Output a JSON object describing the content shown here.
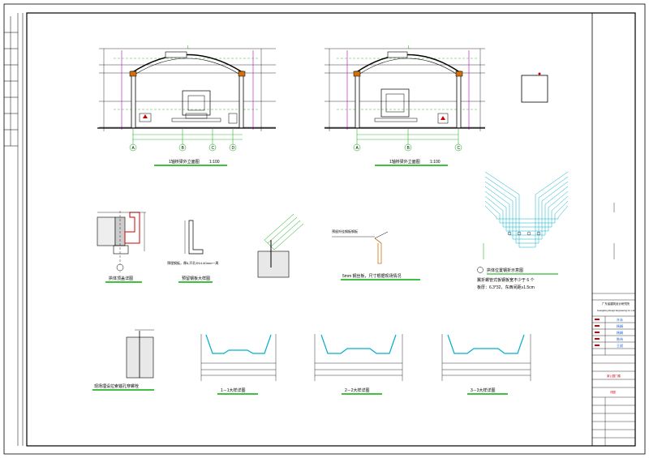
{
  "sheet": {
    "ink": "#000000",
    "green": "#00aa00",
    "cyan": "#00b0c8",
    "blue": "#2060d0",
    "red": "#d00000",
    "magenta": "#c000c0"
  },
  "elevation_left": {
    "caption": "1轴桥梁外立面图",
    "scale": "1:100",
    "axis_labels": [
      "A",
      "B",
      "C",
      "D"
    ]
  },
  "elevation_right": {
    "caption": "1轴桥梁外立面图",
    "scale": "1:100",
    "axis_labels": [
      "A",
      "B",
      "C"
    ]
  },
  "details": {
    "d1_caption": "拱体顶盖详图",
    "d2_caption": "预留钢板大样图",
    "d2_note": "预埋钢板，厚6,开孔Φ14-40mm一周",
    "d4_note": "预留外挂钢板钢板",
    "d4_caption": "5mm 钢丝板，尺寸根据现场情况",
    "d5_title": "拱体位置钢折示意图",
    "d5_note1": "翼折螺管式板钢板宽不少于 6 个",
    "d5_note2": "板厚：6.3*32，东西间距≥1.5cm",
    "d6_caption": "现场埋设拉索锚孔穿螺栓",
    "s1": "1－1大样详图",
    "s2": "2－2大样详图",
    "s3": "3－3大样详图"
  },
  "title_block": {
    "company": "广东省建筑设计研究院",
    "company_en": "Guangdong Design Engineering Co.,Ltd.",
    "signatures": [
      "许永",
      "杨娟",
      "杨娟",
      "陈伟",
      "王斌"
    ],
    "project": "某公园门楼",
    "drawing": "详图"
  }
}
